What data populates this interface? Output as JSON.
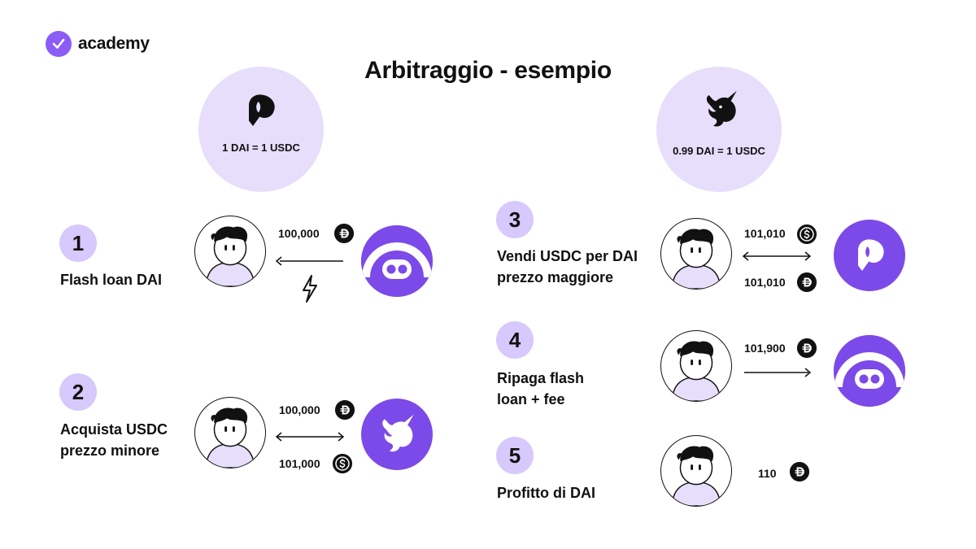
{
  "brand": {
    "name": "academy"
  },
  "title": "Arbitraggio - esempio",
  "dex": [
    {
      "icon": "exchange-logo-icon",
      "rate": "1 DAI = 1 USDC"
    },
    {
      "icon": "unicorn-logo-icon",
      "rate": "0.99 DAI = 1 USDC"
    }
  ],
  "steps": [
    {
      "number": "1",
      "label": "Flash loan DAI",
      "amounts": [
        "100,000"
      ],
      "tokens": [
        "dai-token-icon"
      ],
      "counterparty_icon": "lender-logo-icon",
      "arrow": "left",
      "extra_icon": "lightning-icon"
    },
    {
      "number": "2",
      "label": "Acquista USDC\nprezzo minore",
      "amounts": [
        "100,000",
        "101,000"
      ],
      "tokens": [
        "dai-token-icon",
        "usdc-token-icon"
      ],
      "counterparty_icon": "unicorn-logo-icon",
      "arrow": "both"
    },
    {
      "number": "3",
      "label": "Vendi USDC per DAI\nprezzo maggiore",
      "amounts": [
        "101,010",
        "101,010"
      ],
      "tokens": [
        "usdc-token-icon",
        "dai-token-icon"
      ],
      "counterparty_icon": "exchange-logo-icon",
      "arrow": "both"
    },
    {
      "number": "4",
      "label": "Ripaga flash\nloan + fee",
      "amounts": [
        "101,900"
      ],
      "tokens": [
        "dai-token-icon"
      ],
      "counterparty_icon": "lender-logo-icon",
      "arrow": "right"
    },
    {
      "number": "5",
      "label": "Profitto di DAI",
      "amounts": [
        "110"
      ],
      "tokens": [
        "dai-token-icon"
      ]
    }
  ],
  "colors": {
    "accent": "#8b5cf6",
    "light": "#e6defb",
    "badge": "#d7c9fb",
    "party": "#7c4ae8"
  }
}
